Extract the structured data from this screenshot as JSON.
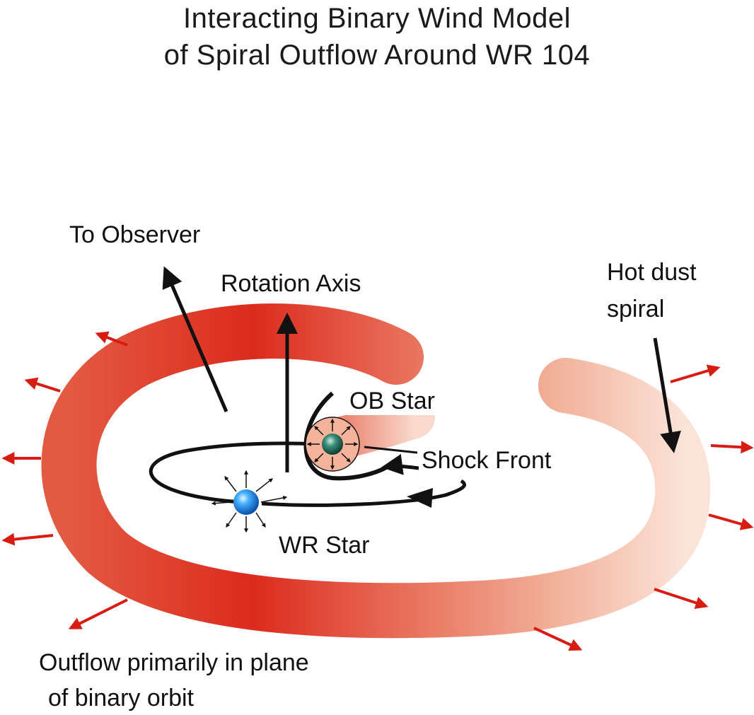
{
  "title": {
    "line1": "Interacting Binary Wind Model",
    "line2": "of Spiral Outflow Around WR 104"
  },
  "labels": {
    "to_observer": "To Observer",
    "rotation_axis": "Rotation Axis",
    "hot_dust_line1": "Hot dust",
    "hot_dust_line2": "spiral",
    "ob_star": "OB Star",
    "shock_front": "Shock Front",
    "wr_star": "WR Star",
    "outflow_line1": "Outflow primarily in plane",
    "outflow_line2": "of binary orbit"
  },
  "colors": {
    "spiral_dark": "#dc2b1e",
    "spiral_mid": "#e8705a",
    "spiral_light": "#f5c2ae",
    "arrow_red": "#d91c12",
    "wr_star": "#2b8be8",
    "ob_star": "#1f6e5c",
    "line": "#111111"
  }
}
